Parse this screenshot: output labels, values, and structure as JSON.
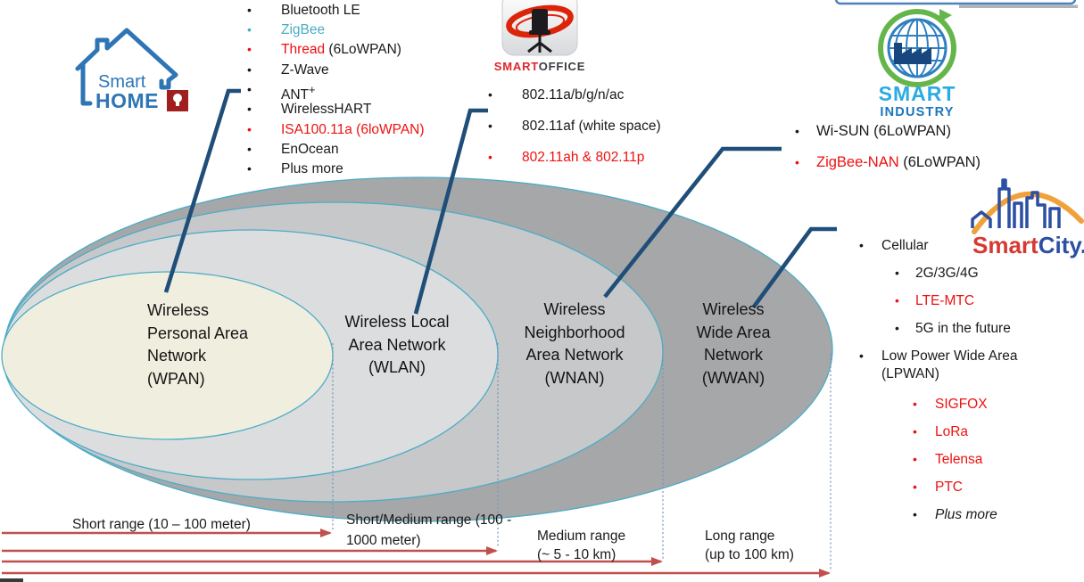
{
  "glyphs": {
    "bullet": "•"
  },
  "colors": {
    "accent_red_text": "#ee1111",
    "zigbee_blue": "#4bacc6",
    "connector_navy": "#1f4e79",
    "range_arrow_red": "#c0504d",
    "ellipse_border": "#4bacc6",
    "wpan_fill": "#f0efdf",
    "wlan_fill": "#dcddde",
    "wnan_fill": "#c7c8ca",
    "wwan_fill": "#a6a7a9"
  },
  "home": {
    "brand_line1": "Smart",
    "brand_line2": "HOME"
  },
  "wpan_list": {
    "items": [
      {
        "label": "Bluetooth LE"
      },
      {
        "label": "ZigBee"
      },
      {
        "label": "Thread",
        "suffix": " (6LoWPAN)"
      },
      {
        "label": "Z-Wave"
      },
      {
        "label": "ANT",
        "sup": "+"
      },
      {
        "label": "WirelessHART"
      },
      {
        "label": "ISA100.11a (6loWPAN)"
      },
      {
        "label": "EnOcean"
      },
      {
        "label": "Plus more"
      }
    ]
  },
  "office": {
    "brand_part1": "SMART",
    "brand_part2": "OFFICE",
    "items": [
      {
        "label": "802.11a/b/g/n/ac"
      },
      {
        "label": "802.11af (white space)"
      },
      {
        "label": "802.11ah & 802.11p"
      }
    ]
  },
  "industry": {
    "brand_line1": "SMART",
    "brand_line2": "INDUSTRY",
    "items": [
      {
        "label": "Wi-SUN (6LoWPAN)"
      },
      {
        "label": "ZigBee-NAN",
        "suffix": " (6LoWPAN)"
      }
    ]
  },
  "city": {
    "brand_part1": "Smart",
    "brand_part2": "City.",
    "items": [
      {
        "label": "Cellular"
      },
      {
        "label": "2G/3G/4G"
      },
      {
        "label": "LTE-MTC"
      },
      {
        "label": "5G in the future"
      },
      {
        "label": "Low Power Wide Area",
        "label2": "(LPWAN)"
      },
      {
        "label": "SIGFOX"
      },
      {
        "label": "LoRa"
      },
      {
        "label": "Telensa"
      },
      {
        "label": "PTC"
      },
      {
        "label": "Plus more"
      }
    ]
  },
  "ellipses": {
    "wpan": {
      "label": "Wireless\nPersonal Area\nNetwork\n(WPAN)"
    },
    "wlan": {
      "label": "Wireless Local\nArea Network\n(WLAN)"
    },
    "wnan": {
      "label": "Wireless\nNeighborhood\nArea Network\n(WNAN)"
    },
    "wwan": {
      "label": "Wireless\nWide Area\nNetwork\n(WWAN)"
    }
  },
  "ranges": [
    {
      "line1": "Short range (10 – 100 meter)"
    },
    {
      "line1": "Short/Medium range (100 -",
      "line2": "1000 meter)"
    },
    {
      "line1": "Medium range",
      "line2": "(~ 5 - 10 km)"
    },
    {
      "line1": "Long range",
      "line2": "(up to 100 km)"
    }
  ]
}
